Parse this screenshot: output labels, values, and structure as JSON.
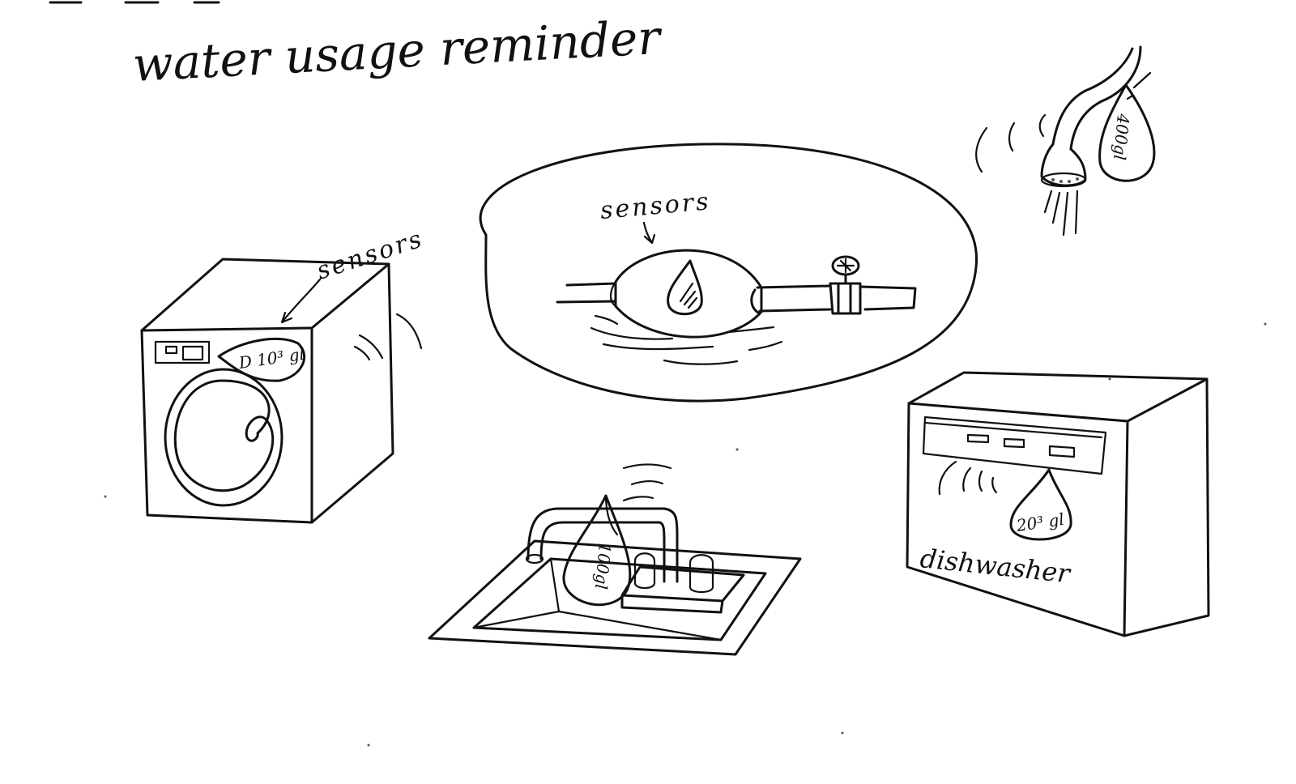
{
  "title": "water usage reminder",
  "pipe_sensor": {
    "label": "sensors"
  },
  "washing_machine": {
    "sensor_label": "sensors",
    "usage": "D 10³ gl"
  },
  "shower": {
    "usage": "400gl"
  },
  "sink": {
    "usage": "100gl"
  },
  "dishwasher": {
    "label": "dishwasher",
    "usage": "20³ gl"
  },
  "colors": {
    "ink": "#111111",
    "paper": "#ffffff"
  }
}
